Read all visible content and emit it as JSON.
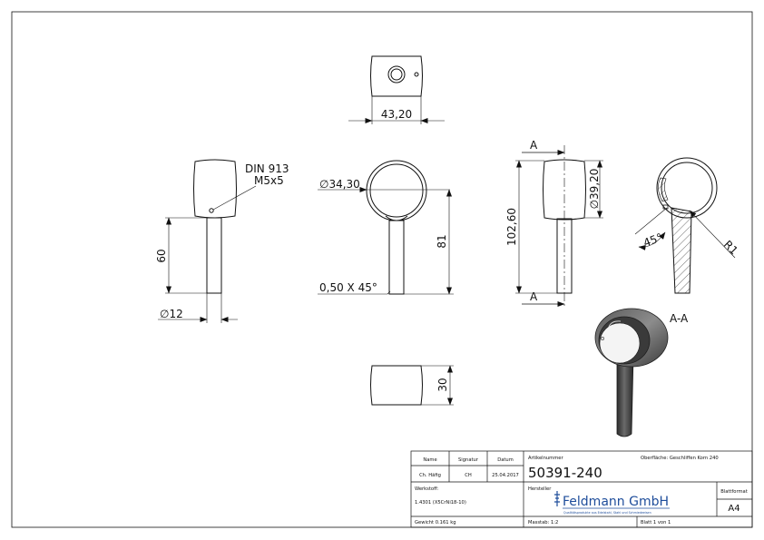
{
  "dimensions": {
    "top_width": "43,20",
    "side_height": "60",
    "side_diameter": "∅12",
    "front_ring_diameter": "∅34,30",
    "front_length": "81",
    "chamfer": "0,50 X 45°",
    "section_total": "102,60",
    "section_ring_diameter": "∅39,20",
    "bottom_height": "30",
    "detail_angle": "45°",
    "detail_radius": "R1"
  },
  "labels": {
    "thread_line1": "DIN 913",
    "thread_line2": "M5x5",
    "section_mark_top": "A",
    "section_mark_bottom": "A",
    "section_title": "A-A"
  },
  "title_block": {
    "name_header": "Name",
    "signature_header": "Signatur",
    "date_header": "Datum",
    "name_value": "Ch. Häfig",
    "signature_value": "CH",
    "date_value": "25.04.2017",
    "article_label": "Artikelnummer",
    "article_number": "50391-240",
    "surface": "Oberfläche: Geschliffen Korn 240",
    "material_label": "Werkstoff:",
    "material_value": "1.4301 (X5CrNi18-10)",
    "manufacturer_label": "Hersteller",
    "logo_text": "Feldmann GmbH",
    "logo_subtitle": "Qualitätsprodukte aus Edelstahl, Stahl und Schmiedeeisen",
    "format_label": "Blattformat",
    "format_value": "A4",
    "weight": "Gewicht 0.161 kg",
    "scale": "Masstab: 1:2",
    "sheet": "Blatt 1 von 1"
  },
  "colors": {
    "line": "#111111",
    "brand_blue": "#1e4d9b",
    "shade_dark": "#3c3c3c",
    "shade_light": "#8a8a8a"
  }
}
